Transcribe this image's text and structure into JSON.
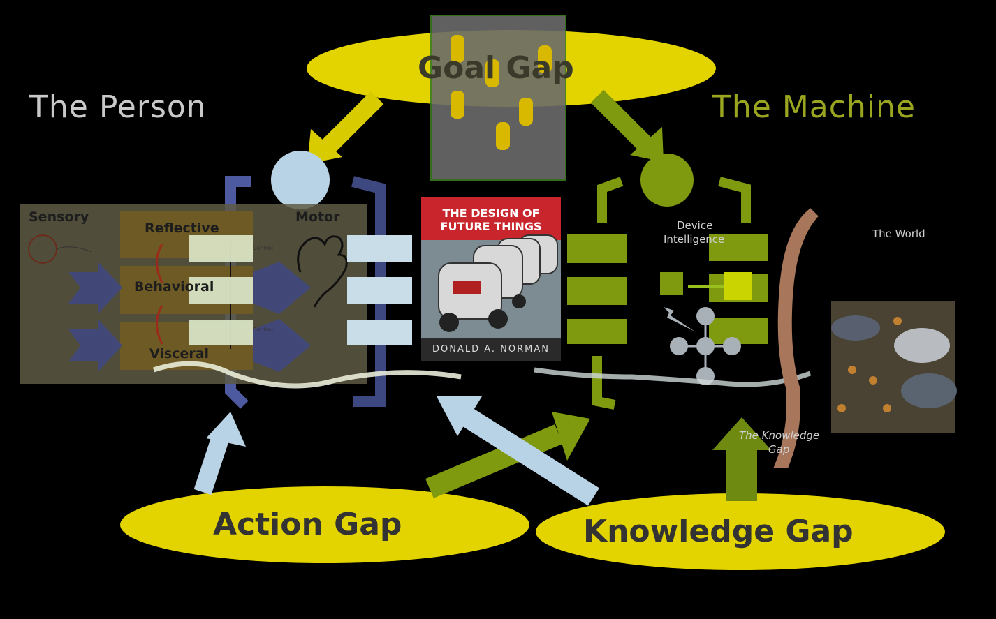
{
  "titles": {
    "goal_gap": "Goal Gap",
    "the_person": "The Person",
    "the_machine": "The Machine",
    "action_gap": "Action Gap",
    "knowledge_gap": "Knowledge Gap"
  },
  "person_panel": {
    "sensory": "Sensory",
    "motor": "Motor",
    "reflective": "Reflective",
    "behavioral": "Behavioral",
    "visceral": "Visceral",
    "control_1": "Control",
    "control_2": "Control"
  },
  "machine_panel": {
    "device_intelligence_1": "Device",
    "device_intelligence_2": "Intelligence",
    "the_world": "The World",
    "knowledge_gap_1": "The Knowledge",
    "knowledge_gap_2": "Gap"
  },
  "book": {
    "title_1": "THE DESIGN OF",
    "title_2": "FUTURE THINGS",
    "author": "DONALD A. NORMAN"
  },
  "colors": {
    "yellow": "#e6d800",
    "green": "#7f9a0e",
    "light_blue": "#b9d3e6",
    "machine_title": "#9aa520",
    "book_red": "#c8262c",
    "divider_brown": "#a8765a"
  }
}
